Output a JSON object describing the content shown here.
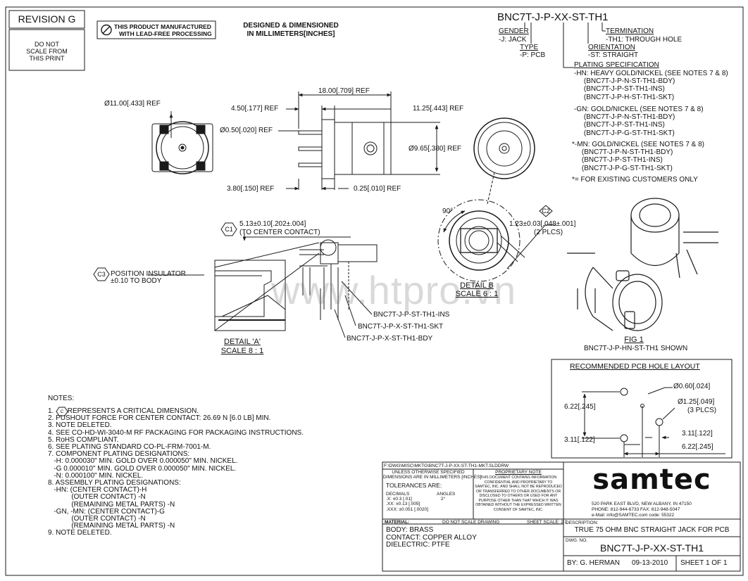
{
  "revision": "REVISION G",
  "do_not_scale": "DO NOT\nSCALE FROM\nTHIS PRINT",
  "lead_free": {
    "line1": "THIS PRODUCT MANUFACTURED",
    "line2": "WITH LEAD-FREE PROCESSING"
  },
  "units_note": {
    "line1": "DESIGNED & DIMENSIONED",
    "line2": "IN MILLIMETERS[INCHES]"
  },
  "part_code": {
    "title": "BNC7T-J-P-XX-ST-TH1",
    "gender_label": "GENDER",
    "gender_value": "-J: JACK",
    "type_label": "TYPE",
    "type_value": "-P: PCB",
    "plating_label": "PLATING SPECIFICATION",
    "termination_label": "TERMINATION",
    "termination_value": "-TH1: THROUGH HOLE",
    "orientation_label": "ORIENTATION",
    "orientation_value": "-ST: STRAIGHT",
    "plating_hn": "-HN: HEAVY GOLD/NICKEL (SEE NOTES 7 & 8)\n     (BNC7T-J-P-N-ST-TH1-BDY)\n     (BNC7T-J-P-ST-TH1-INS)\n     (BNC7T-J-P-H-ST-TH1-SKT)",
    "plating_gn": "-GN: GOLD/NICKEL (SEE NOTES 7 & 8)\n     (BNC7T-J-P-N-ST-TH1-BDY)\n     (BNC7T-J-P-ST-TH1-INS)\n     (BNC7T-J-P-G-ST-TH1-SKT)",
    "plating_mn": "*-MN: GOLD/NICKEL (SEE NOTES 7 & 8)\n     (BNC7T-J-P-N-ST-TH1-BDY)\n     (BNC7T-J-P-ST-TH1-INS)\n     (BNC7T-J-P-G-ST-TH1-SKT)",
    "existing": "*= FOR EXISTING CUSTOMERS ONLY"
  },
  "dims": {
    "d11": "Ø11.00[.433] REF",
    "l18": "18.00[.709] REF",
    "d450": "4.50[.177] REF",
    "d1125": "11.25[.443] REF",
    "d050": "Ø0.50[.020] REF",
    "d965": "Ø9.65[.380] REF",
    "d380": "3.80[.150] REF",
    "d025": "0.25[.010] REF",
    "c1_num": "C1",
    "c1_line1": "5.13±0.10[.202±.004]",
    "c1_line2": "(TO CENTER CONTACT)",
    "c3_num": "C3",
    "c3_line1": "POSITION INSULATOR",
    "c3_line2": "±0.10 TO BODY",
    "c2_num": "C2",
    "c2_line1": "1.23±0.03[.048±.001]",
    "c2_line2": "(2 PLCS)",
    "angle": "90°"
  },
  "callouts": {
    "ins": "BNC7T-J-P-ST-TH1-INS",
    "skt": "BNC7T-J-P-X-ST-TH1-SKT",
    "bdy": "BNC7T-J-P-X-ST-TH1-BDY"
  },
  "detail_a": {
    "title": "DETAIL 'A'",
    "scale": "SCALE 8 : 1"
  },
  "detail_b": {
    "title": "DETAIL B",
    "scale": "SCALE 6 : 1"
  },
  "fig1": {
    "title": "FIG 1",
    "caption": "BNC7T-J-P-HN-ST-TH1 SHOWN"
  },
  "pcb": {
    "title": "RECOMMENDED PCB HOLE LAYOUT",
    "d060": "Ø0.60[.024]",
    "d125": "Ø1.25[.049]",
    "plcs": "(3 PLCS)",
    "v622": "6.22[.245]",
    "v311": "3.11[.122]",
    "h311": "3.11[.122]",
    "h622": "6.22[.245]"
  },
  "notes_title": "NOTES:",
  "notes": "1.       REPRESENTS A CRITICAL DIMENSION.\n2. PUSHOUT FORCE FOR CENTER CONTACT: 26.69 N [6.0 LB] MIN.\n3. NOTE DELETED.\n4. SEE CO-HD-WI-3040-M RF PACKAGING FOR PACKAGING INSTRUCTIONS.\n5. RoHS COMPLIANT.\n6. SEE PLATING STANDARD CO-PL-FRM-7001-M.\n7. COMPONENT PLATING DESIGNATIONS:\n   -H: 0.000030\" MIN. GOLD OVER 0.000050\" MIN. NICKEL.\n   -G 0.000010\" MIN. GOLD OVER 0.000050\" MIN. NICKEL.\n   -N: 0.000100\" MIN. NICKEL.\n8. ASSEMBLY PLATING DESIGNATIONS:\n   -HN: (CENTER CONTACT)-H\n            (OUTER CONTACT) -N\n            (REMAINING METAL PARTS) -N\n   -GN, -MN: (CENTER CONTACT)-G\n            (OUTER CONTACT) -N\n            (REMAINING METAL PARTS) -N\n9. NOTE DELETED.",
  "note1_marker": "C",
  "watermark": "www.htpro.vn",
  "title_block": {
    "file_path": "F:\\DWG\\MISC\\MKTG\\BNC7T-J-P-XX-ST-TH1-MKT.SLDDRW",
    "unless": "UNLESS OTHERWISE SPECIFIED\nDIMENSIONS ARE IN MILLIMETERS [INCHES]",
    "tolerances": "TOLERANCES ARE:",
    "decimals_label": "DECIMALS",
    "decimals": ".X: ±0.3 [.01]\n.XX: ±0.13 [.005]\n.XXX: ±0.051 [.0020]",
    "angles_label": "ANGLES",
    "angles": "2°",
    "proprietary_title": "PROPRIETARY NOTE",
    "proprietary_text": "THIS DOCUMENT CONTAINS INFORMATION\nCONFIDENTIAL AND PROPRIETARY TO\nSAMTEC, INC. AND SHALL NOT BE REPRODUCED\nOR TRANSFERRED TO OTHER DOCUMENTS OR\nDISCLOSED TO OTHERS OR USED FOR ANY\nPURPOSE OTHER THAN THAT WHICH IT WAS\nOBTAINED WITHOUT THE EXPRESSED WRITTEN\nCONSENT OF SAMTEC, INC.",
    "material_label": "MATERIAL:",
    "dont_scale": "DO NOT SCALE DRAWING",
    "sheet_scale": "SHEET SCALE: 2:1",
    "materials": "BODY: BRASS\nCONTACT: COPPER ALLOY\nDIELECTRIC: PTFE",
    "logo": "samtec",
    "address": "520 PARK EAST BLVD, NEW ALBANY, IN 47150",
    "phone": "PHONE: 812-944-6733      FAX: 812-948-5047",
    "email": "e-Mail: info@SAMTEC.com        code: 55322",
    "description_label": "DESCRIPTION:",
    "description": "TRUE 75 OHM BNC STRAIGHT JACK FOR PCB",
    "dwg_label": "DWG. NO.",
    "dwg_no": "BNC7T-J-P-XX-ST-TH1",
    "by": "BY: G. HERMAN",
    "date": "09-13-2010",
    "sheet": "SHEET 1 OF 1"
  }
}
